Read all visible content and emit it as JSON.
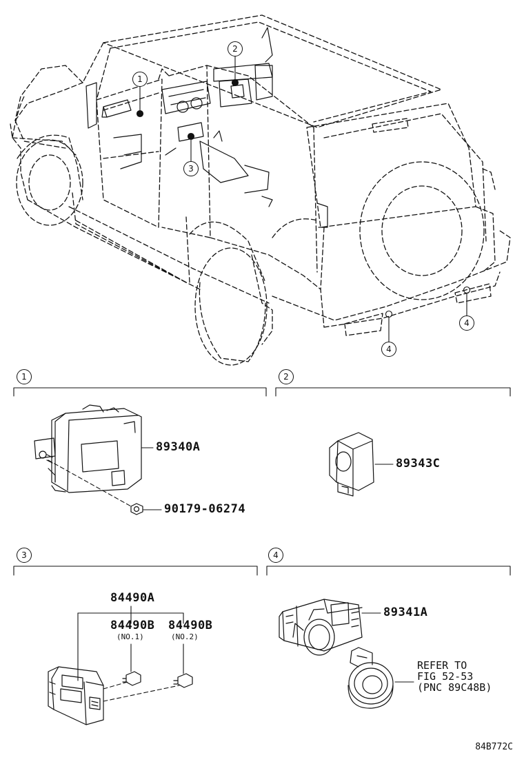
{
  "sections": [
    {
      "id": "1"
    },
    {
      "id": "2"
    },
    {
      "id": "3"
    },
    {
      "id": "4"
    }
  ],
  "vehicle_callouts": [
    "1",
    "2",
    "3",
    "4",
    "4"
  ],
  "parts": {
    "ecu": "89340A",
    "nut": "90179-06274",
    "buzzer": "89343C",
    "switch_assy": "84490A",
    "switch_b1": "84490B",
    "switch_b1_note": "(NO.1)",
    "switch_b2": "84490B",
    "switch_b2_note": "(NO.2)",
    "sensor": "89341A"
  },
  "refer_note": [
    "REFER TO",
    "FIG 52-53",
    "(PNC 89C48B)"
  ],
  "figure_code": "84B772C"
}
